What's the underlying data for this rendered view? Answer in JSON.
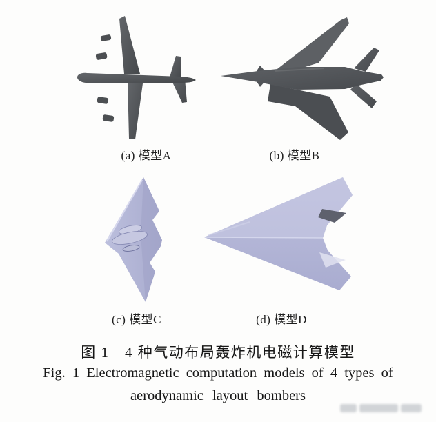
{
  "figure": {
    "panels": [
      {
        "id": "a",
        "label": "(a) 模型A",
        "shape": "conventional-four-engine-bomber-top-view",
        "body_color": "#54575b"
      },
      {
        "id": "b",
        "label": "(b) 模型B",
        "shape": "swept-wing-supersonic-bomber-top-view",
        "body_color": "#54575b"
      },
      {
        "id": "c",
        "label": "(c) 模型C",
        "shape": "flying-wing-stealth-bomber-top-view",
        "body_color": "#b4b7d8"
      },
      {
        "id": "d",
        "label": "(d) 模型D",
        "shape": "blended-delta-wing-bomber-top-view",
        "body_color": "#b6b9d9"
      }
    ],
    "caption_zh": "图 1　4 种气动布局轰炸机电磁计算模型",
    "caption_en_line1": "Fig. 1  Electromagnetic computation models of 4 types of",
    "caption_en_line2": "aerodynamic layout bombers",
    "colors": {
      "dark_gray_models": "#54575b",
      "lavender_models": "#b4b7d8",
      "background": "#fdfdfc",
      "text": "#161616"
    }
  }
}
